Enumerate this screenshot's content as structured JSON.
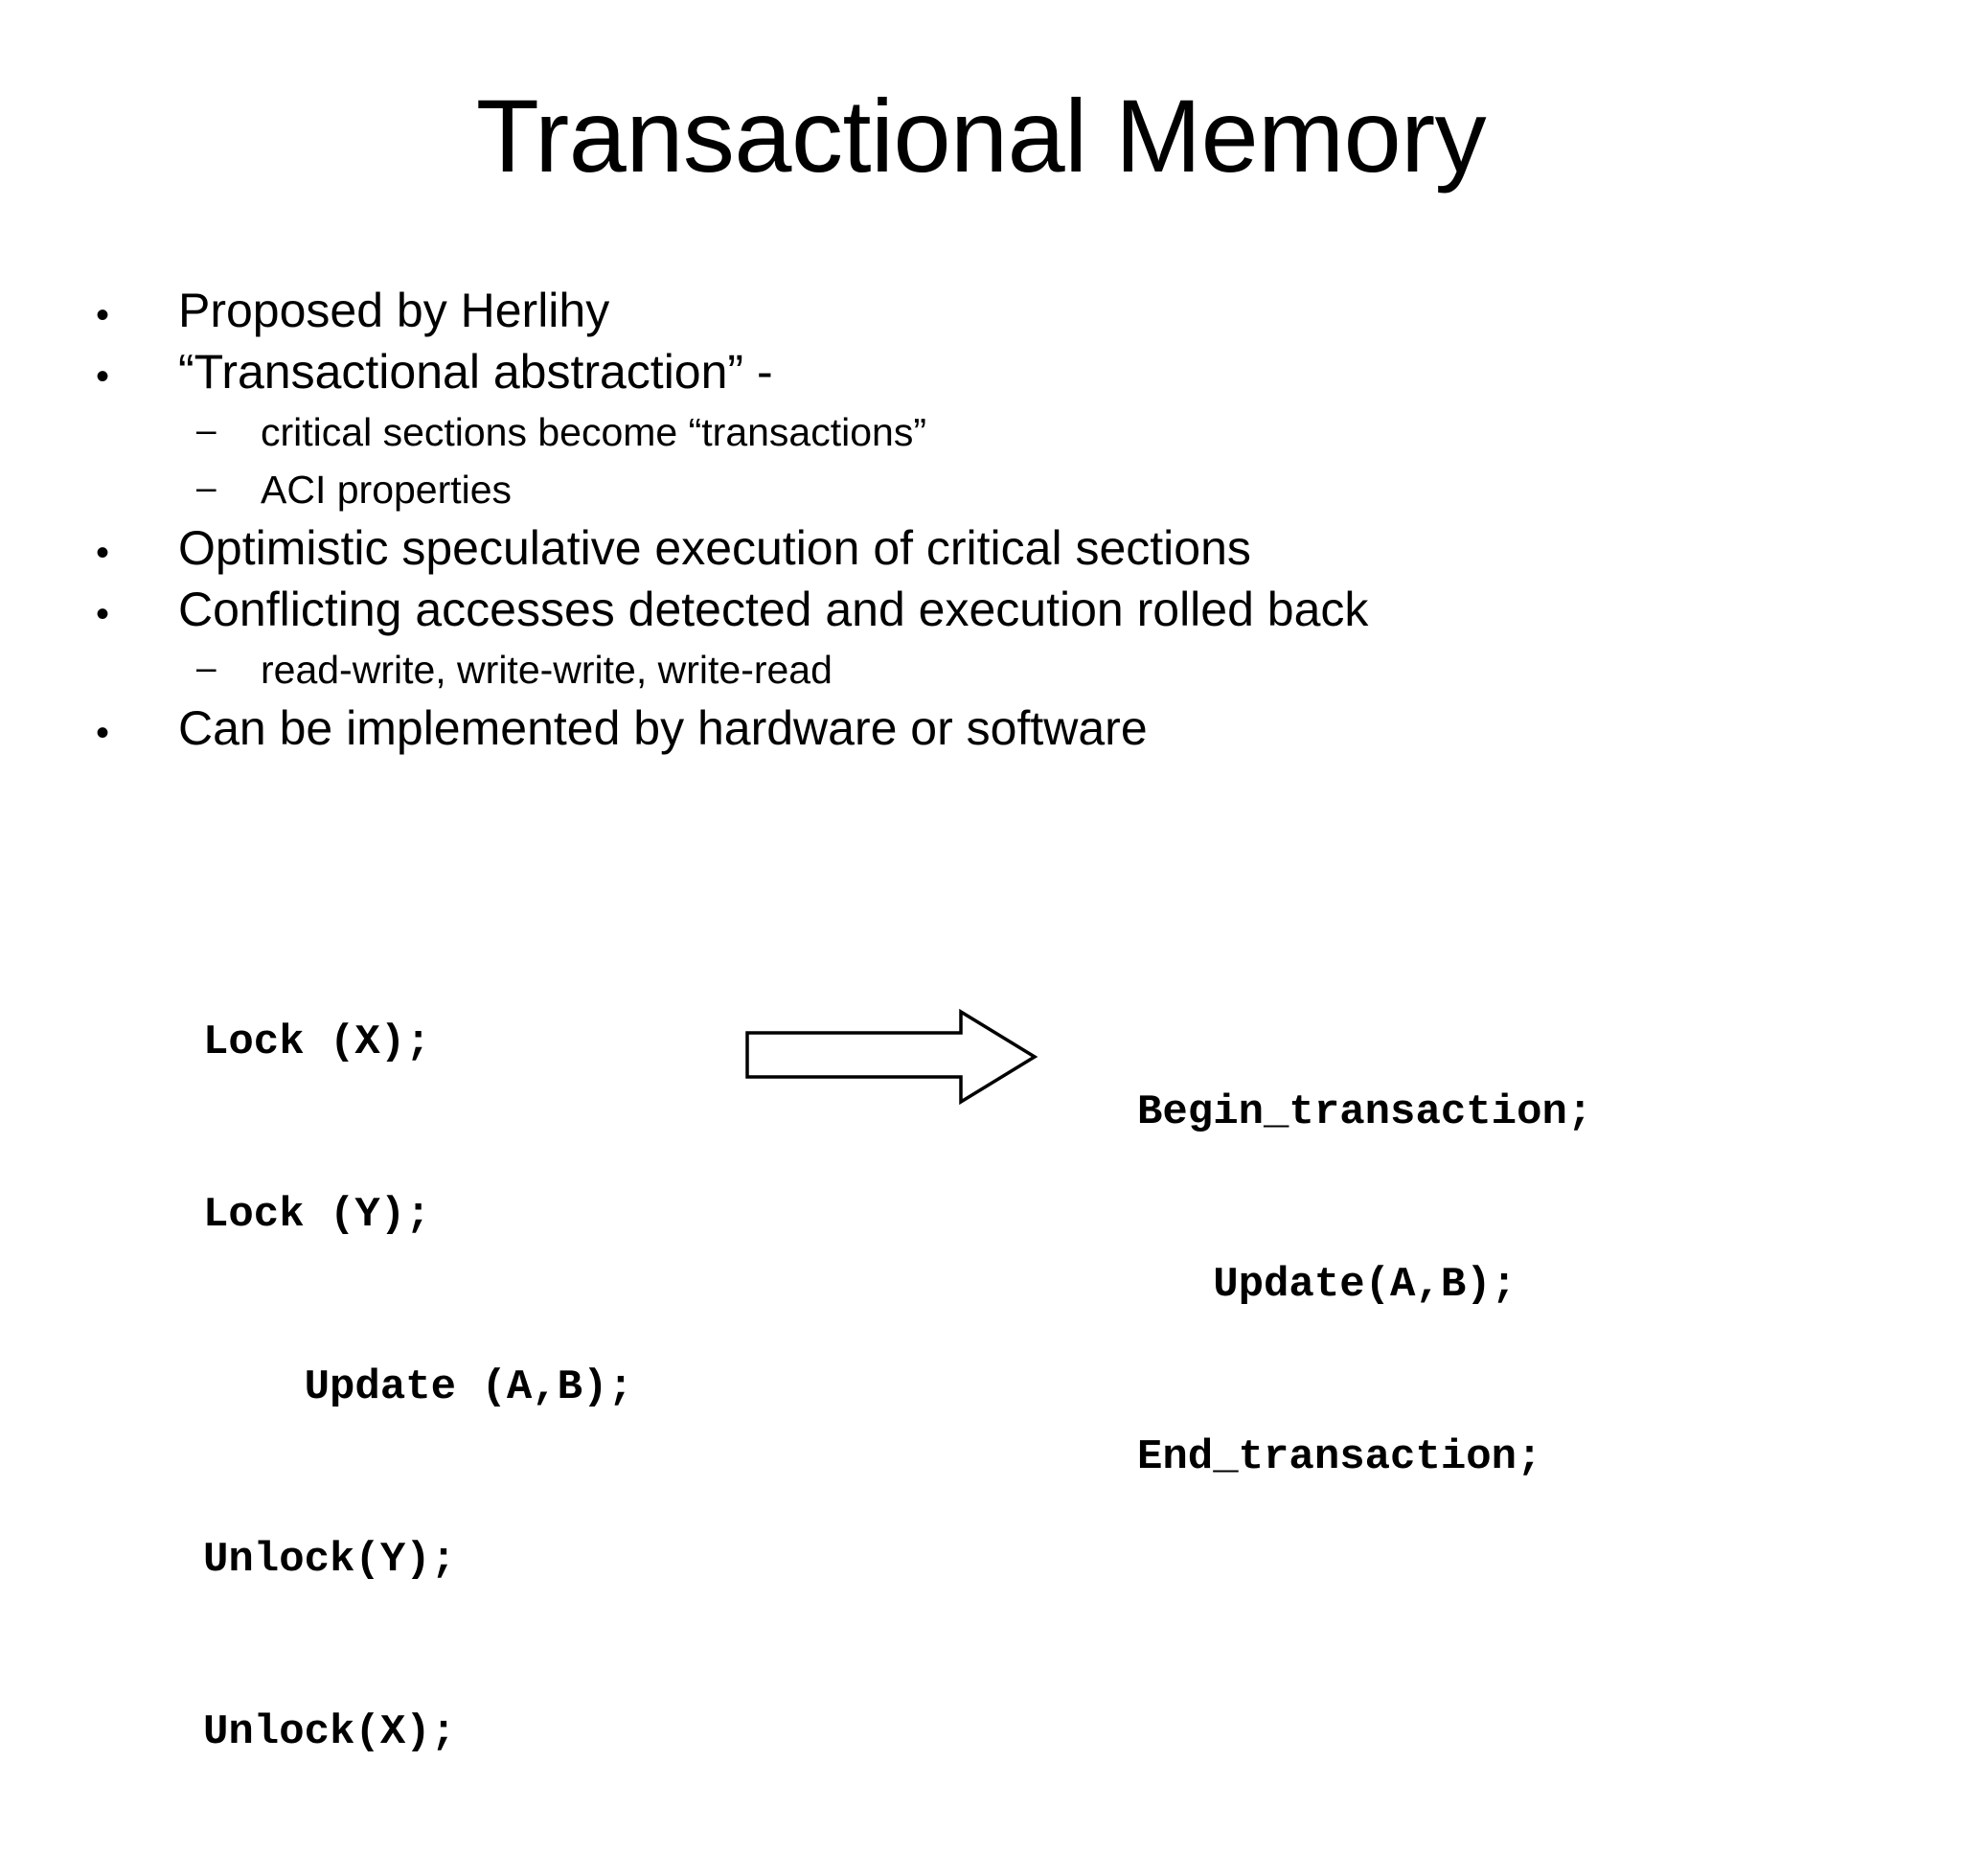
{
  "slide": {
    "title": "Transactional Memory",
    "background_color": "#ffffff",
    "text_color": "#000000",
    "bullets": [
      {
        "level": 1,
        "marker": "•",
        "text": "Proposed by Herlihy"
      },
      {
        "level": 1,
        "marker": "•",
        "text": "“Transactional abstraction”  -"
      },
      {
        "level": 2,
        "marker": "–",
        "text": "critical sections become “transactions”"
      },
      {
        "level": 2,
        "marker": "–",
        "text": "ACI properties"
      },
      {
        "level": 1,
        "marker": "•",
        "text": "Optimistic speculative execution of critical sections"
      },
      {
        "level": 1,
        "marker": "•",
        "text": "Conflicting accesses detected and execution rolled back"
      },
      {
        "level": 2,
        "marker": "–",
        "text": "read-write, write-write, write-read"
      },
      {
        "level": 1,
        "marker": "•",
        "text": "Can be implemented by hardware or software"
      }
    ],
    "code_left": {
      "lines": [
        "Lock (X);",
        "Lock (Y);",
        "    Update (A,B);",
        "Unlock(Y);",
        "Unlock(X);"
      ]
    },
    "code_right": {
      "lines": [
        "Begin_transaction;",
        "   Update(A,B);",
        "End_transaction;"
      ]
    },
    "arrow": {
      "direction": "right",
      "fill": "#ffffff",
      "stroke": "#000000"
    }
  }
}
